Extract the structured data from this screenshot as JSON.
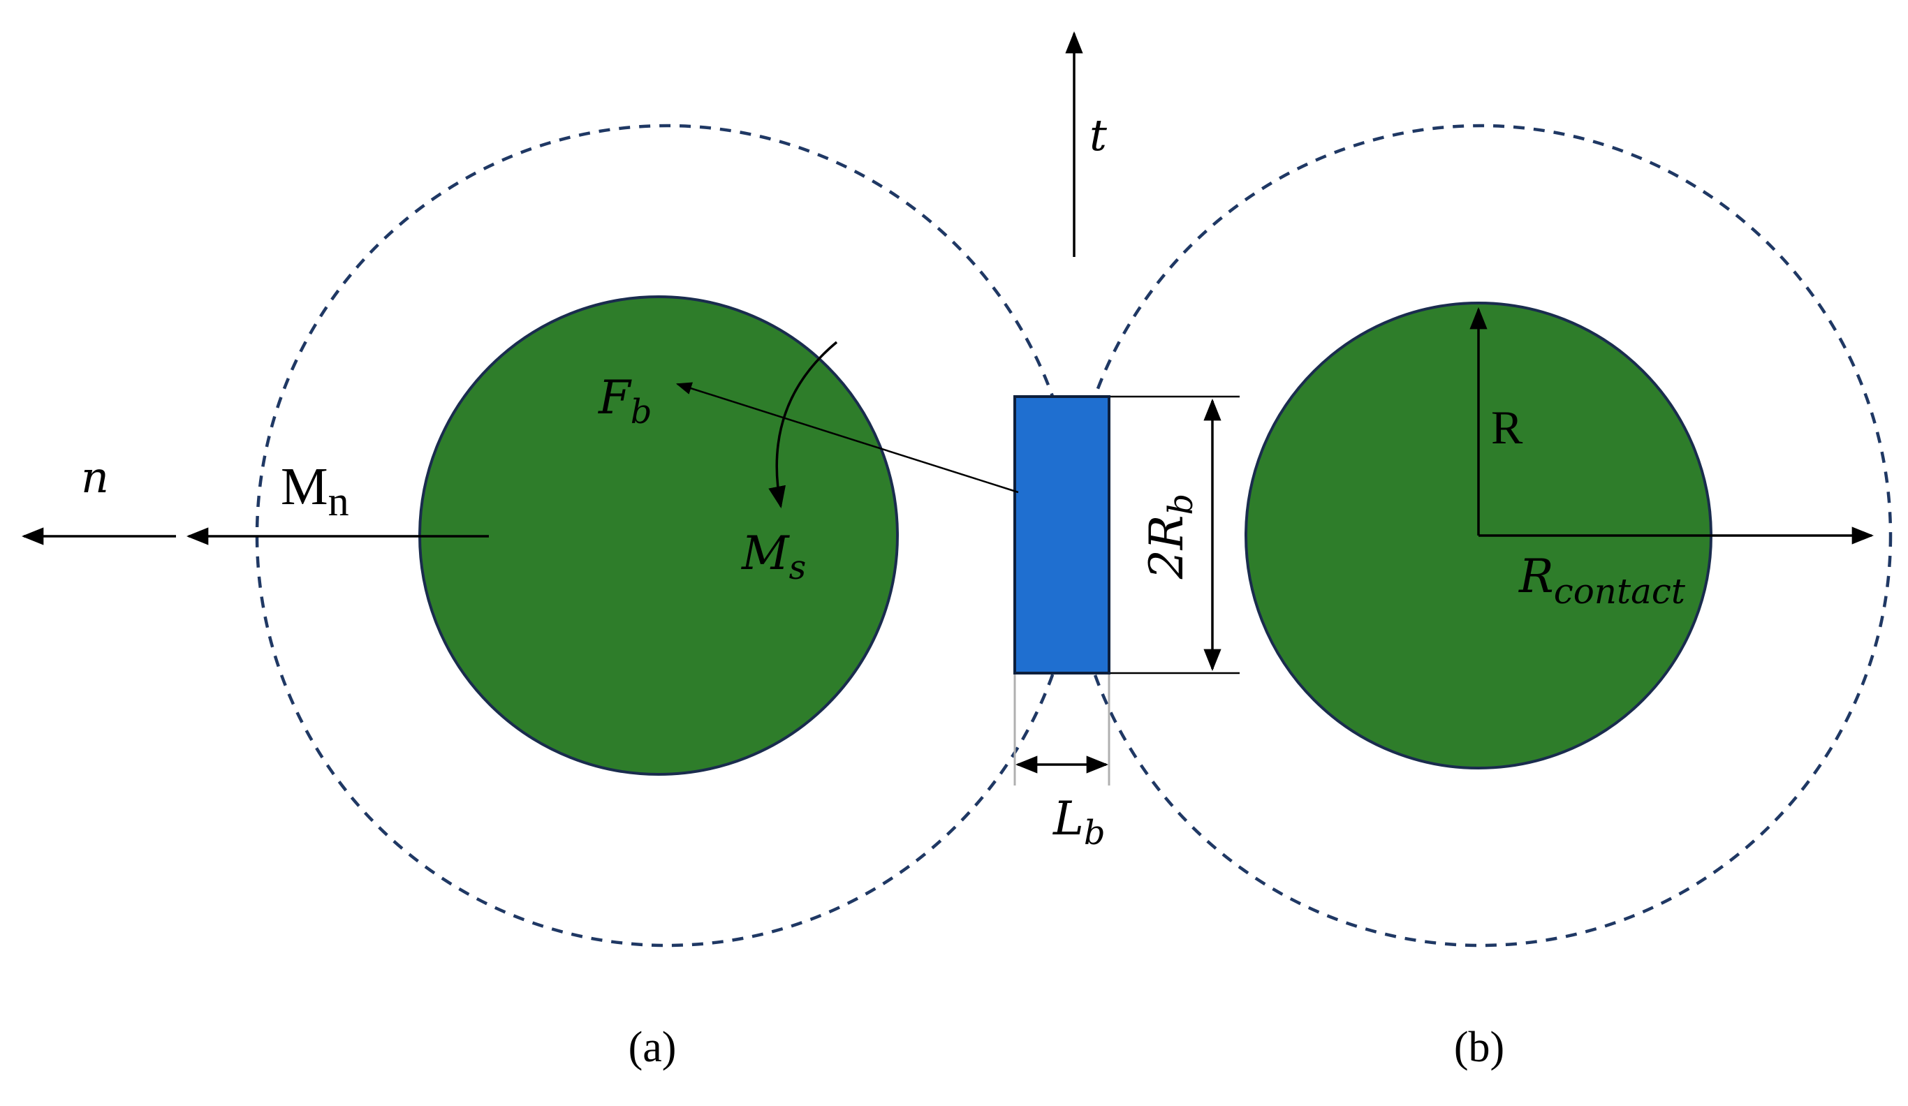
{
  "labels": {
    "t": "t",
    "n": "n",
    "Mn_main": "M",
    "Mn_sub": "n",
    "Fb_main": "F",
    "Fb_sub": "b",
    "Ms_main": "M",
    "Ms_sub": "s",
    "twoRb_main": "2R",
    "twoRb_sub": "b",
    "Lb_main": "L",
    "Lb_sub": "b",
    "R": "R",
    "Rcontact_main": "R",
    "Rcontact_sub": "contact",
    "panel_a": "(a)",
    "panel_b": "(b)"
  },
  "colors": {
    "particle_fill": "#2e7d2a",
    "particle_stroke": "#1a2c4e",
    "bond_fill": "#1f6fd0",
    "bond_stroke": "#0d1f3c",
    "dashed_circle": "#1f3864",
    "line": "#000000",
    "extension_line": "#b0b0b0"
  }
}
